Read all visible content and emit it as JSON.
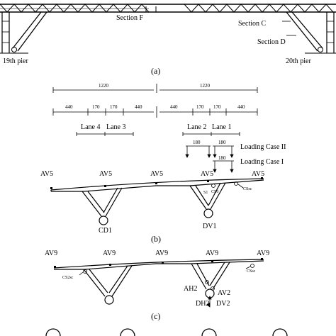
{
  "panel_a": {
    "section_f": "Section F",
    "section_c": "Section C",
    "section_d": "Section D",
    "pier_left": "19th pier",
    "pier_right": "20th pier",
    "caption": "(a)"
  },
  "panel_b": {
    "dims_top": [
      "1220",
      "1220"
    ],
    "dims_lanes": [
      "440",
      "170",
      "170",
      "440",
      "440",
      "170",
      "170",
      "440"
    ],
    "lanes": [
      "Lane 4",
      "Lane 3",
      "Lane 2",
      "Lane 1"
    ],
    "loading_case_2": {
      "label": "Loading Case II",
      "dims": [
        "180",
        "180"
      ]
    },
    "loading_case_1": {
      "label": "Loading Case I",
      "dim": "180"
    },
    "av_labels": [
      "AV5",
      "AV5",
      "AV5",
      "AV5",
      "AV5"
    ],
    "s_label": "S1",
    "cs_label_1": "CS0",
    "cs_label_2": "CSsc",
    "cd_label": "CD1",
    "dv_label": "DV1",
    "caption": "(b)"
  },
  "panel_c": {
    "av_labels": [
      "AV9",
      "AV9",
      "AV9",
      "AV9",
      "AV9"
    ],
    "cs_left": "CS2sc",
    "cs_right": "CSsc",
    "ah_label": "AH2",
    "av_label": "AV2",
    "dh_label": "DH2",
    "dv_label": "DV2",
    "caption": "(c)"
  }
}
